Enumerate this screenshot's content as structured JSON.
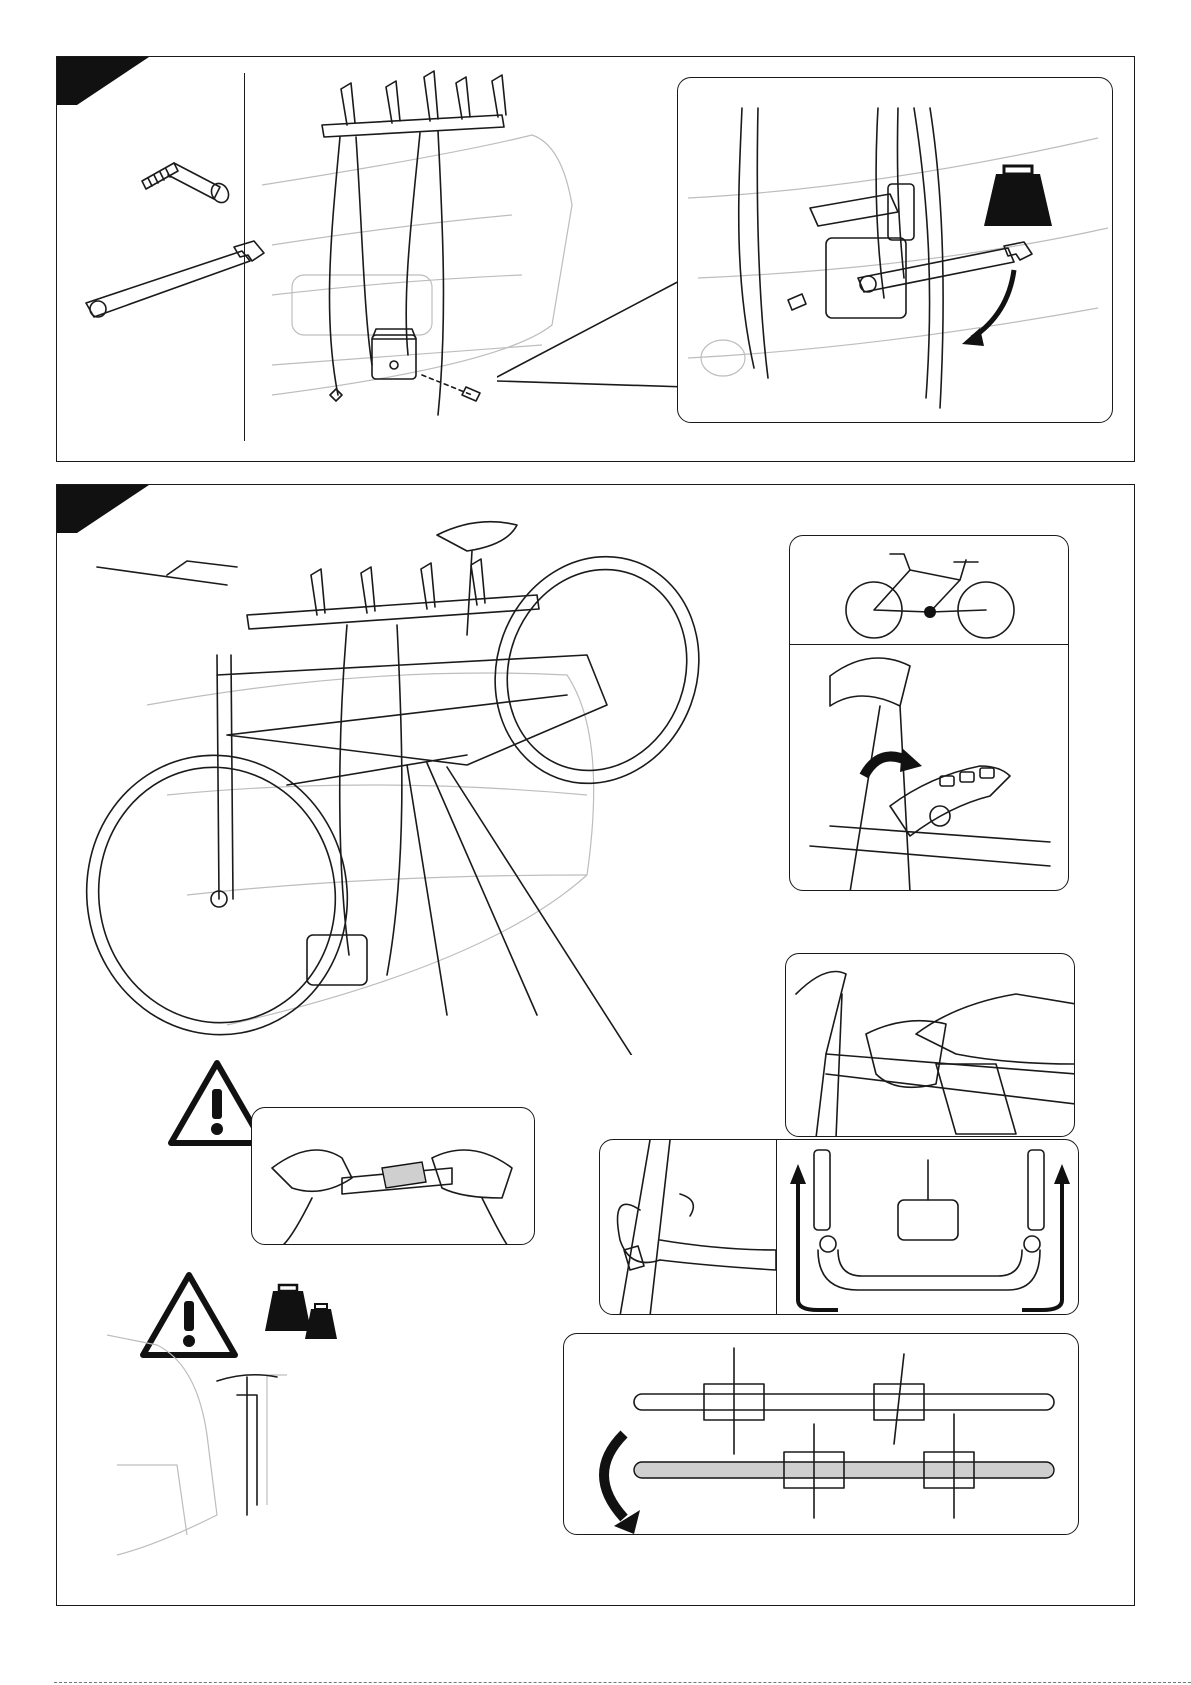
{
  "page": {
    "background": "#ffffff",
    "ink": "#1a1a1a",
    "accent_gray": "#cfcfcf"
  },
  "step1": {
    "parts": [
      "bolt-icon",
      "wrench-icon"
    ],
    "main": "bike-carrier-on-tailgate-illustration",
    "detail": [
      "wrench-tightening-illustration",
      "weight-icon",
      "turn-arrow-icon"
    ]
  },
  "step2": {
    "main": "bike-mounted-on-carrier-illustration",
    "details": [
      "bike-frame-icon",
      "frame-clamp-closing-illustration",
      "hand-pressing-clamp-illustration",
      "strap-tightening-illustration",
      "strap-wrap-illustration",
      "cradle-rotation-illustration",
      "bike-order-rotation-illustration"
    ],
    "warnings": [
      "warning-triangle-icon",
      "warning-triangle-icon"
    ],
    "weights": [
      "heavy-weight-icon",
      "light-weight-icon"
    ]
  }
}
